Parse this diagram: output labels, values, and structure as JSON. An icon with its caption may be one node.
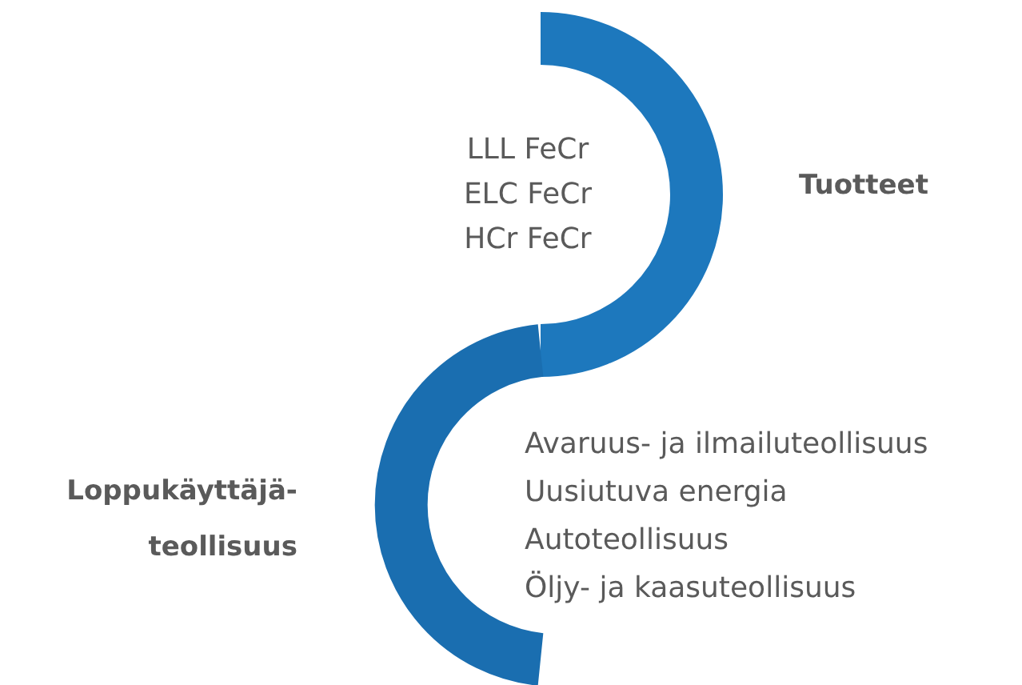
{
  "diagram": {
    "labels": [
      "LLL FeCr",
      "ELC FeCr",
      "HCr FeCr",
      "Tuotteet",
      "Loppukäyttäjä- teollisuus",
      "Avaruus- ja ilmailuteollisuus",
      "Uusiutuva energia",
      "Autoteollisuus",
      "Öljy- ja kaasuteollisuus"
    ]
  }
}
